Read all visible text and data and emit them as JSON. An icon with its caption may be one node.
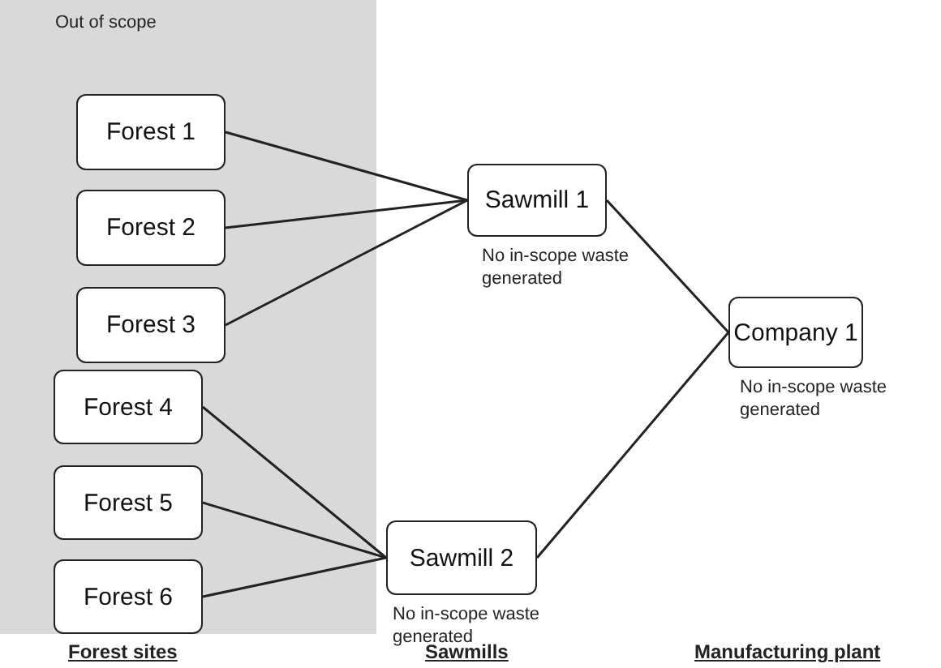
{
  "diagram": {
    "nodes": [
      {
        "text": [
          "Out of scope"
        ]
      },
      {
        "text": [
          "Forest 1"
        ],
        "in": 0
      },
      {
        "text": [
          "Forest 2"
        ],
        "in": 0
      },
      {
        "text": [
          "Forest 3"
        ],
        "in": 0
      },
      {
        "text": [
          "Forest 4"
        ],
        "in": 0
      },
      {
        "text": [
          "Forest 5"
        ],
        "in": 0
      },
      {
        "text": [
          "Forest 6"
        ],
        "in": 0
      },
      {
        "text": [
          "Sawmill 1"
        ],
        "beside": [
          "No in-scope waste generated"
        ]
      },
      {
        "text": [
          "Sawmill 2"
        ],
        "beside": [
          "No in-scope waste generated"
        ]
      },
      {
        "text": [
          "Company 1"
        ],
        "beside": [
          "No in-scope waste generated"
        ]
      }
    ],
    "edges": [
      {
        "from": 1,
        "to": 7,
        "arrow": "none"
      },
      {
        "from": 2,
        "to": 7,
        "arrow": "none"
      },
      {
        "from": 3,
        "to": 7,
        "arrow": "none"
      },
      {
        "from": 4,
        "to": 8,
        "arrow": "none"
      },
      {
        "from": 5,
        "to": 8,
        "arrow": "none"
      },
      {
        "from": 6,
        "to": 8,
        "arrow": "none"
      },
      {
        "from": 7,
        "to": 9,
        "arrow": "none"
      },
      {
        "from": 8,
        "to": 9,
        "arrow": "none"
      }
    ],
    "labels": [
      "Forest sites",
      "Sawmills",
      "Manufacturing plant"
    ]
  }
}
